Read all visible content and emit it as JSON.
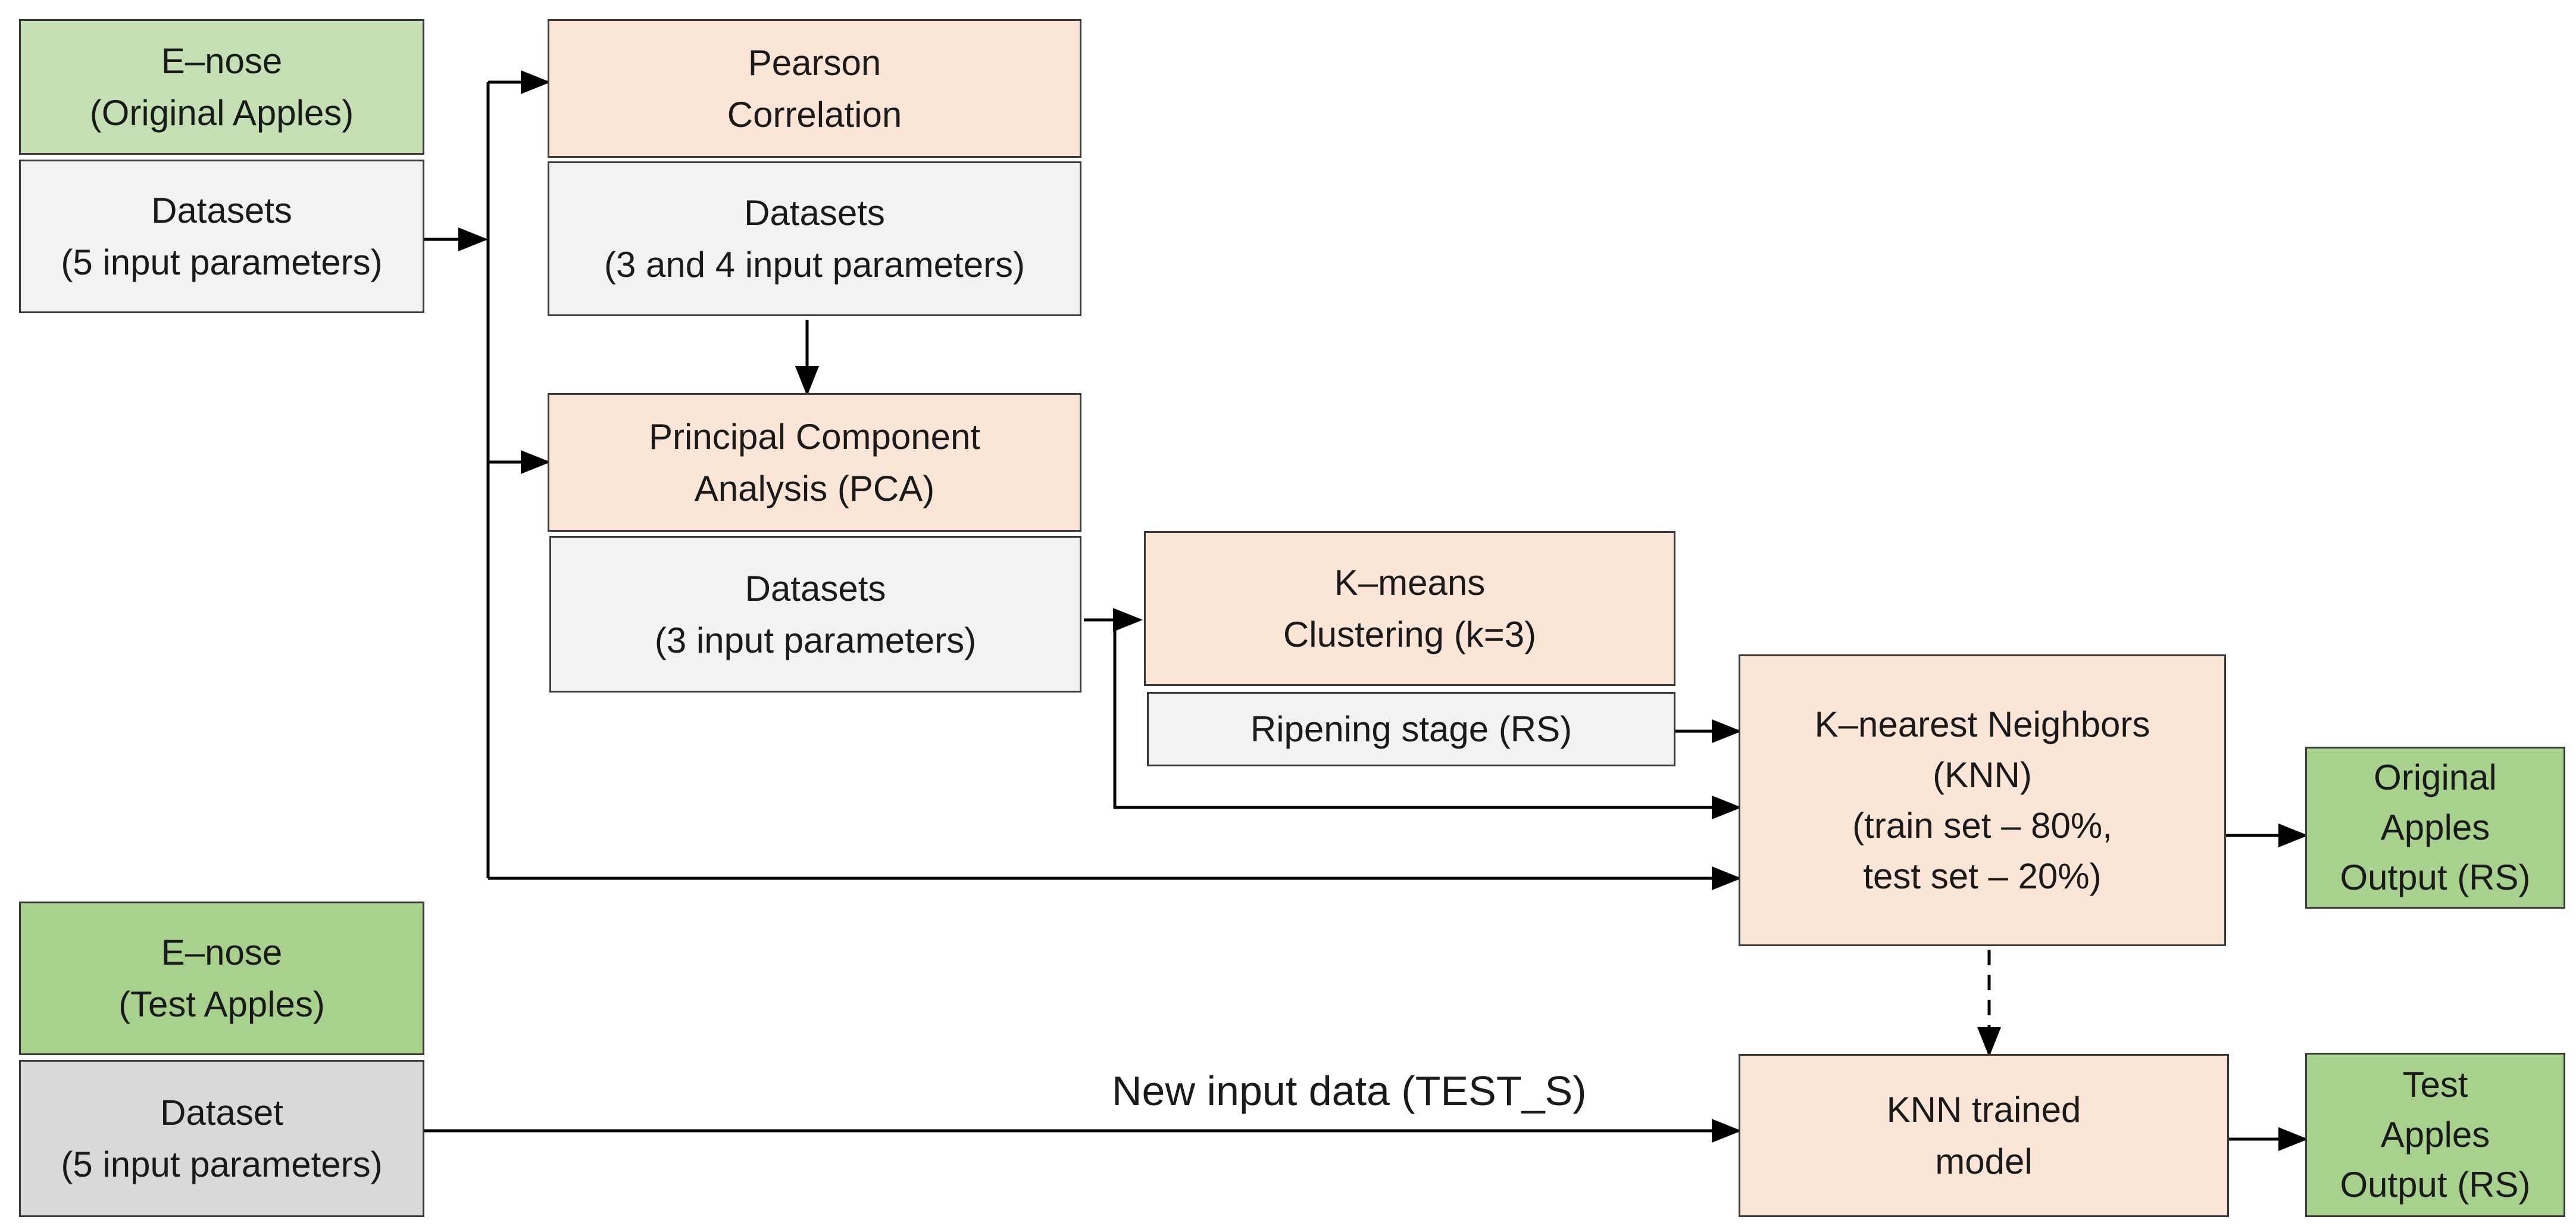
{
  "nodes": {
    "enose_original": [
      "E–nose",
      "(Original Apples)"
    ],
    "datasets_5": [
      "Datasets",
      "(5 input parameters)"
    ],
    "pearson": [
      "Pearson",
      "Correlation"
    ],
    "datasets_3_4": [
      "Datasets",
      "(3 and 4 input parameters)"
    ],
    "pca": [
      "Principal Component",
      "Analysis (PCA)"
    ],
    "datasets_3": [
      "Datasets",
      "(3 input parameters)"
    ],
    "kmeans": [
      "K–means",
      "Clustering (k=3)"
    ],
    "ripening": [
      "Ripening stage (RS)"
    ],
    "knn": [
      "K–nearest Neighbors",
      "(KNN)",
      "(train set – 80%,",
      "test set – 20%)"
    ],
    "output_original": [
      "Original",
      "Apples",
      "Output (RS)"
    ],
    "enose_test": [
      "E–nose",
      "(Test Apples)"
    ],
    "dataset_test": [
      "Dataset",
      "(5 input parameters)"
    ],
    "knn_trained": [
      "KNN trained",
      "model"
    ],
    "output_test": [
      "Test",
      "Apples",
      "Output (RS)"
    ]
  },
  "edge_labels": {
    "new_input": "New input data (TEST_S)"
  },
  "colors": {
    "light_green": "#c5e0b4",
    "green": "#a9d18e",
    "peach": "#fbe5d6",
    "light_grey": "#f2f2f2",
    "grey": "#d9d9d9",
    "line": "#000000"
  }
}
